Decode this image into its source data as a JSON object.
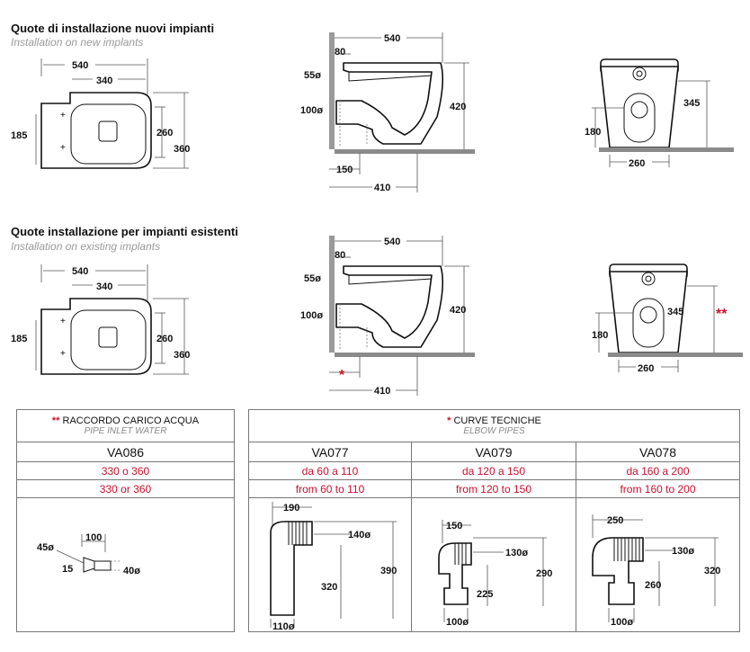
{
  "sections": [
    {
      "title_it": "Quote di installazione nuovi impianti",
      "title_en": "Installation on new implants"
    },
    {
      "title_it": "Quote installazione per impianti esistenti",
      "title_en": "Installation on existing implants"
    }
  ],
  "top_view": {
    "w540": "540",
    "w340": "340",
    "h185": "185",
    "h260": "260",
    "h360": "360"
  },
  "side_view": {
    "w540": "540",
    "w80": "80",
    "d55": "55ø",
    "d100": "100ø",
    "h420": "420",
    "w150": "150",
    "w410": "410",
    "star": "*"
  },
  "front_view": {
    "h345": "345",
    "h180": "180",
    "w260": "260",
    "stars": "**"
  },
  "inlet_table": {
    "stars": "**",
    "title": "RACCORDO CARICO ACQUA",
    "subtitle": "PIPE INLET WATER",
    "code": "VA086",
    "range_it": "330 o 360",
    "range_en": "330 or 360",
    "dims": {
      "d45": "45ø",
      "w100": "100",
      "h15": "15",
      "d40": "40ø"
    }
  },
  "elbow_table": {
    "star": "*",
    "title": "CURVE TECNICHE",
    "subtitle": "ELBOW PIPES",
    "columns": [
      {
        "code": "VA077",
        "range_it": "da 60 a 110",
        "range_en": "from 60 to 110",
        "dims": {
          "top": "190",
          "diam": "140ø",
          "height": "390",
          "mid": "320",
          "bottom": "110ø"
        }
      },
      {
        "code": "VA079",
        "range_it": "da 120 a 150",
        "range_en": "from 120 to 150",
        "dims": {
          "top": "150",
          "diam": "130ø",
          "height": "290",
          "mid": "225",
          "bottom": "100ø"
        }
      },
      {
        "code": "VA078",
        "range_it": "da 160 a 200",
        "range_en": "from 160 to 200",
        "dims": {
          "top": "250",
          "diam": "130ø",
          "height": "320",
          "mid": "260",
          "bottom": "100ø"
        }
      }
    ]
  },
  "colors": {
    "accent_red": "#c8102e",
    "subtitle_gray": "#9a9a9a",
    "floor_gray": "#8a8a8a"
  }
}
